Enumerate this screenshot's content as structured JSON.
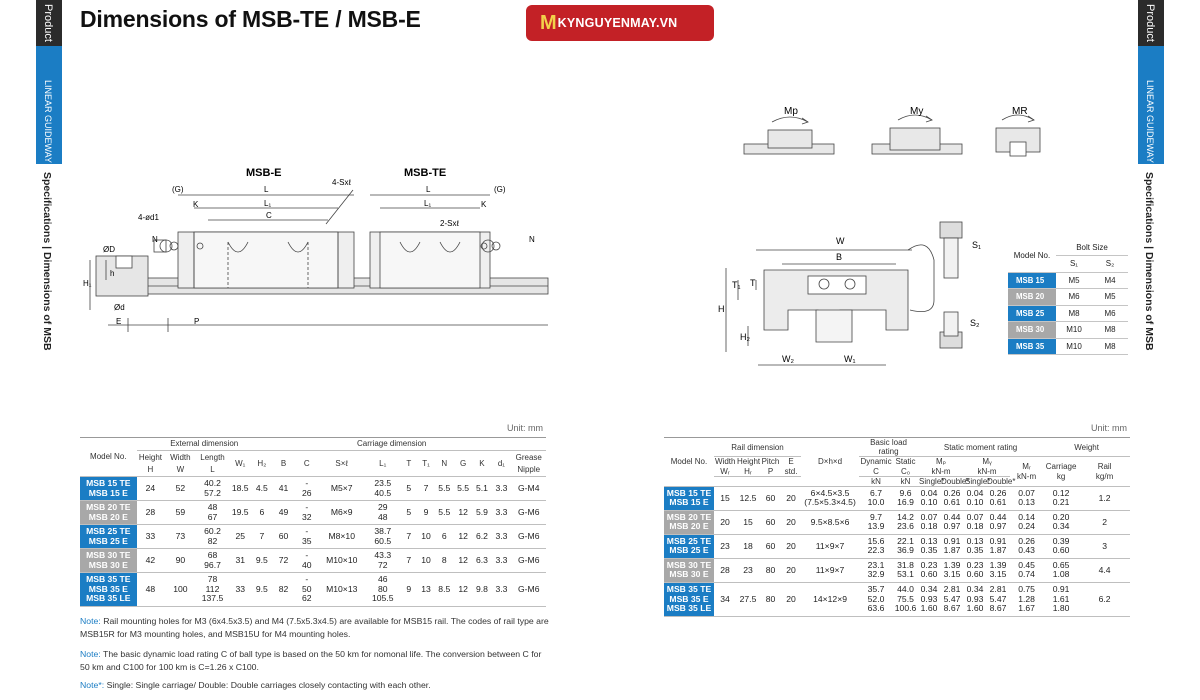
{
  "header": {
    "title": "Dimensions of MSB-TE / MSB-E",
    "logo_text": "KYNGUYENMAY.VN",
    "logo_mark": "M"
  },
  "side_tabs": {
    "product": "Product",
    "category": "LINEAR GUIDEWAY",
    "section": "Specifications | Dimensions of MSB"
  },
  "drawing_labels": {
    "msb_e": "MSB-E",
    "msb_te": "MSB-TE",
    "g": "(G)",
    "g2": "(G)",
    "k": "K",
    "k2": "K",
    "l": "L",
    "l2": "L",
    "l1": "L₁",
    "l1b": "L₁",
    "c": "C",
    "sxl4": "4-Sxℓ",
    "sxl2": "2-Sxℓ",
    "od1": "4-ød1",
    "n": "N",
    "n2": "N",
    "oD": "ØD",
    "h": "h",
    "h1": "H₁",
    "od": "Ød",
    "e": "E",
    "p": "P",
    "mp": "Mp",
    "my": "My",
    "mr": "MR",
    "w": "W",
    "b": "B",
    "s1": "S₁",
    "s2": "S₂",
    "t1": "T₁",
    "t": "T",
    "H": "H",
    "H2": "H₂",
    "w2": "W₂",
    "w1": "W₁"
  },
  "bolt_table": {
    "h_model": "Model No.",
    "h_bolt": "Bolt Size",
    "h_s1": "S₁",
    "h_s2": "S₂",
    "rows": [
      {
        "model": "MSB 15",
        "s1": "M5",
        "s2": "M4",
        "color": "blue"
      },
      {
        "model": "MSB 20",
        "s1": "M6",
        "s2": "M5",
        "color": "gray"
      },
      {
        "model": "MSB 25",
        "s1": "M8",
        "s2": "M6",
        "color": "blue"
      },
      {
        "model": "MSB 30",
        "s1": "M10",
        "s2": "M8",
        "color": "gray"
      },
      {
        "model": "MSB 35",
        "s1": "M10",
        "s2": "M8",
        "color": "blue"
      }
    ]
  },
  "unit": "Unit: mm",
  "left_table": {
    "h_model": "Model No.",
    "h_ext": "External dimension",
    "h_car": "Carriage dimension",
    "h_height": "Height",
    "h_width": "Width",
    "h_length": "Length",
    "h_grease": "Grease",
    "h_nipple": "Nipple",
    "cols2": [
      "H",
      "W",
      "L",
      "W₁",
      "H₂",
      "B",
      "C",
      "S×ℓ",
      "L₁",
      "T",
      "T₁",
      "N",
      "G",
      "K",
      "d₁"
    ],
    "rows": [
      {
        "models": [
          "MSB 15 TE",
          "MSB 15 E"
        ],
        "color": "blue",
        "H": "24",
        "W": "52",
        "L": [
          "40.2",
          "57.2"
        ],
        "W1": "18.5",
        "H2": "4.5",
        "B": "41",
        "C": [
          "-",
          "26"
        ],
        "S": "M5×7",
        "L1": [
          "23.5",
          "40.5"
        ],
        "T": "5",
        "T1": "7",
        "N": "5.5",
        "G": "5.5",
        "K": "5.1",
        "d1": "3.3",
        "grease": "G-M4"
      },
      {
        "models": [
          "MSB 20 TE",
          "MSB 20 E"
        ],
        "color": "gray",
        "H": "28",
        "W": "59",
        "L": [
          "48",
          "67"
        ],
        "W1": "19.5",
        "H2": "6",
        "B": "49",
        "C": [
          "-",
          "32"
        ],
        "S": "M6×9",
        "L1": [
          "29",
          "48"
        ],
        "T": "5",
        "T1": "9",
        "N": "5.5",
        "G": "12",
        "K": "5.9",
        "d1": "3.3",
        "grease": "G-M6"
      },
      {
        "models": [
          "MSB 25 TE",
          "MSB 25 E"
        ],
        "color": "blue",
        "H": "33",
        "W": "73",
        "L": [
          "60.2",
          "82"
        ],
        "W1": "25",
        "H2": "7",
        "B": "60",
        "C": [
          "-",
          "35"
        ],
        "S": "M8×10",
        "L1": [
          "38.7",
          "60.5"
        ],
        "T": "7",
        "T1": "10",
        "N": "6",
        "G": "12",
        "K": "6.2",
        "d1": "3.3",
        "grease": "G-M6"
      },
      {
        "models": [
          "MSB 30 TE",
          "MSB 30 E"
        ],
        "color": "gray",
        "H": "42",
        "W": "90",
        "L": [
          "68",
          "96.7"
        ],
        "W1": "31",
        "H2": "9.5",
        "B": "72",
        "C": [
          "-",
          "40"
        ],
        "S": "M10×10",
        "L1": [
          "43.3",
          "72"
        ],
        "T": "7",
        "T1": "10",
        "N": "8",
        "G": "12",
        "K": "6.3",
        "d1": "3.3",
        "grease": "G-M6"
      },
      {
        "models": [
          "MSB 35 TE",
          "MSB 35 E",
          "MSB 35 LE"
        ],
        "color": "blue",
        "H": "48",
        "W": "100",
        "L": [
          "78",
          "112",
          "137.5"
        ],
        "W1": "33",
        "H2": "9.5",
        "B": "82",
        "C": [
          "-",
          "50",
          "62"
        ],
        "S": "M10×13",
        "L1": [
          "46",
          "80",
          "105.5"
        ],
        "T": "9",
        "T1": "13",
        "N": "8.5",
        "G": "12",
        "K": "9.8",
        "d1": "3.3",
        "grease": "G-M6"
      }
    ]
  },
  "right_table": {
    "h_model": "Model No.",
    "h_rail": "Rail dimension",
    "h_basic": "Basic load rating",
    "h_static_moment": "Static moment rating",
    "h_weight": "Weight",
    "h_width": "Width",
    "h_height": "Height",
    "h_pitch": "Pitch",
    "h_e": "E",
    "h_dxhxd": "D×h×d",
    "h_dynamic": "Dynamic",
    "h_static": "Static",
    "h_mp": "Mₚ",
    "h_my": "Mᵧ",
    "h_mr": "Mᵣ",
    "h_carriage": "Carriage",
    "h_rail_w": "Rail",
    "h_wr": "Wᵣ",
    "h_hr": "Hᵣ",
    "h_p": "P",
    "h_std": "std.",
    "h_c": "C",
    "h_c0": "C₀",
    "h_knm": "kN-m",
    "h_knm2": "kN-m",
    "h_knm3": "kN-m",
    "h_kn": "kN",
    "h_kn2": "kN",
    "h_single": "Single*",
    "h_double": "Double*",
    "h_single2": "Single*",
    "h_double2": "Double*",
    "h_kg": "kg",
    "h_kgm": "kg/m",
    "rows": [
      {
        "models": [
          "MSB 15 TE",
          "MSB 15 E"
        ],
        "color": "blue",
        "wr": "15",
        "hr": "12.5",
        "p": "60",
        "e": "20",
        "dhd": [
          "6×4.5×3.5",
          "(7.5×5.3×4.5)"
        ],
        "c": [
          "6.7",
          "10.0"
        ],
        "c0": [
          "9.6",
          "16.9"
        ],
        "mps": [
          "0.04",
          "0.10"
        ],
        "mpd": [
          "0.26",
          "0.61"
        ],
        "mys": [
          "0.04",
          "0.10"
        ],
        "myd": [
          "0.26",
          "0.61"
        ],
        "mr": [
          "0.07",
          "0.13"
        ],
        "kg": [
          "0.12",
          "0.21"
        ],
        "rail": "1.2"
      },
      {
        "models": [
          "MSB 20 TE",
          "MSB 20 E"
        ],
        "color": "gray",
        "wr": "20",
        "hr": "15",
        "p": "60",
        "e": "20",
        "dhd": [
          "9.5×8.5×6"
        ],
        "c": [
          "9.7",
          "13.9"
        ],
        "c0": [
          "14.2",
          "23.6"
        ],
        "mps": [
          "0.07",
          "0.18"
        ],
        "mpd": [
          "0.44",
          "0.97"
        ],
        "mys": [
          "0.07",
          "0.18"
        ],
        "myd": [
          "0.44",
          "0.97"
        ],
        "mr": [
          "0.14",
          "0.24"
        ],
        "kg": [
          "0.20",
          "0.34"
        ],
        "rail": "2"
      },
      {
        "models": [
          "MSB 25 TE",
          "MSB 25 E"
        ],
        "color": "blue",
        "wr": "23",
        "hr": "18",
        "p": "60",
        "e": "20",
        "dhd": [
          "11×9×7"
        ],
        "c": [
          "15.6",
          "22.3"
        ],
        "c0": [
          "22.1",
          "36.9"
        ],
        "mps": [
          "0.13",
          "0.35"
        ],
        "mpd": [
          "0.91",
          "1.87"
        ],
        "mys": [
          "0.13",
          "0.35"
        ],
        "myd": [
          "0.91",
          "1.87"
        ],
        "mr": [
          "0.26",
          "0.43"
        ],
        "kg": [
          "0.39",
          "0.60"
        ],
        "rail": "3"
      },
      {
        "models": [
          "MSB 30 TE",
          "MSB 30 E"
        ],
        "color": "gray",
        "wr": "28",
        "hr": "23",
        "p": "80",
        "e": "20",
        "dhd": [
          "11×9×7"
        ],
        "c": [
          "23.1",
          "32.9"
        ],
        "c0": [
          "31.8",
          "53.1"
        ],
        "mps": [
          "0.23",
          "0.60"
        ],
        "mpd": [
          "1.39",
          "3.15"
        ],
        "mys": [
          "0.23",
          "0.60"
        ],
        "myd": [
          "1.39",
          "3.15"
        ],
        "mr": [
          "0.45",
          "0.74"
        ],
        "kg": [
          "0.65",
          "1.08"
        ],
        "rail": "4.4"
      },
      {
        "models": [
          "MSB 35 TE",
          "MSB 35 E",
          "MSB 35 LE"
        ],
        "color": "blue",
        "wr": "34",
        "hr": "27.5",
        "p": "80",
        "e": "20",
        "dhd": [
          "14×12×9"
        ],
        "c": [
          "35.7",
          "52.0",
          "63.6"
        ],
        "c0": [
          "44.0",
          "75.5",
          "100.6"
        ],
        "mps": [
          "0.34",
          "0.93",
          "1.60"
        ],
        "mpd": [
          "2.81",
          "5.47",
          "8.67"
        ],
        "mys": [
          "0.34",
          "0.93",
          "1.60"
        ],
        "myd": [
          "2.81",
          "5.47",
          "8.67"
        ],
        "mr": [
          "0.75",
          "1.28",
          "1.67"
        ],
        "kg": [
          "0.91",
          "1.61",
          "1.80"
        ],
        "rail": "6.2"
      }
    ]
  },
  "notes": [
    {
      "key": "Note:",
      "text": "Rail mounting holes for M3 (6x4.5x3.5) and M4 (7.5x5.3x4.5) are available for MSB15 rail. The codes of rail type are MSB15R for M3 mounting holes, and MSB15U for M4 mounting holes."
    },
    {
      "key": "Note:",
      "text": "The basic dynamic load rating C of ball type is based on the 50 km for nomonal life. The conversion between C for 50 km and C100 for 100 km is C=1.26 x C100."
    },
    {
      "key": "Note*:",
      "text": "Single: Single carriage/ Double: Double carriages closely contacting with each other."
    }
  ]
}
